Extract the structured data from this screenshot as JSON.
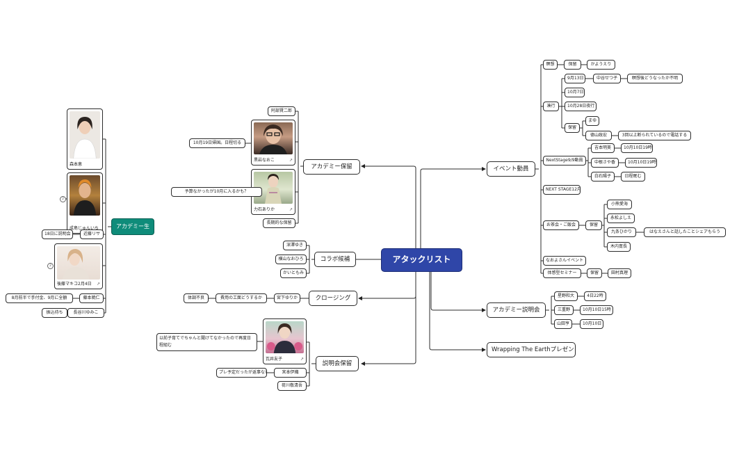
{
  "root": "アタックリスト",
  "icons": {
    "external_link": "external-link-icon"
  },
  "colors": {
    "root_fill": "#2f46a8",
    "academy_member_fill": "#0f8c7a"
  },
  "branches": {
    "event": {
      "label": "イベント動員",
      "meiso": {
        "label": "瞑想",
        "hold": "保留",
        "person": "かようえり"
      },
      "soko": {
        "label": "凑行",
        "sept13": "9月13日",
        "nakaya": "中谷せつ子",
        "nakaya_note": "瞑想後どうなったか不明",
        "oct7": "10月7日",
        "oct28": "10月28日夜行",
        "hold": "保留",
        "mayu": "まゆ",
        "tokuyama": "德山政宏",
        "tokuyama_note": "3回以上断られているので電話する"
      },
      "nextstage": {
        "label": "NextStage9/9動員",
        "miyamoto": "吉本明美",
        "miyamoto_date": "10月10日19時",
        "nakane": "中根さや香",
        "nakane_date": "10月10日19時",
        "shiraishi": "白石陽子",
        "shiraishi_note": "日程眠む"
      },
      "next12": "NEXT STAGE12月",
      "ochakai": {
        "label": "お茶会・ご飯会",
        "hold": "保留",
        "p1": "小熊愛海",
        "p2": "永松よしえ",
        "p3": "九条ひかり",
        "p3_note": "はなえさんと話したことシェアもらう",
        "p4": "木内寛長"
      },
      "naoyo": "なおよさんイベント",
      "taikan": {
        "label": "体感型セミナー",
        "hold": "保留",
        "person": "田村真理"
      }
    },
    "academy_info": {
      "label": "アカデミー説明会",
      "hoshino": "星野和大",
      "hoshino_date": "4日22時",
      "mie": "三重野",
      "mie_date": "10月10日15時",
      "yamada": "山田亨",
      "yamada_date": "10月10日"
    },
    "wrapping": "Wrapping The Earthプレゼン",
    "academy_hold": {
      "label": "アカデミー保留",
      "abe": "阿部賢二郎",
      "kuroiwa": {
        "name": "黒岩なおこ",
        "note": "10月19日帰国。日程切る"
      },
      "rikiishi": {
        "name": "力石ありか",
        "note": "予算なかったが10月に入るかも？"
      },
      "longterm": "長期的な保留"
    },
    "collab": {
      "label": "コラボ候補",
      "p1": "深澤ゆき",
      "p2": "横山なおひろ",
      "p3": "かいともみ"
    },
    "closing": {
      "label": "クロージング",
      "person": "宮下ゆりか",
      "note1": "費用の工面どうするか",
      "note2": "体調不良"
    },
    "info_hold": {
      "label": "説明会保留",
      "sakai": {
        "name": "瓦井友子",
        "note": "以前子育てでちゃんと聞けてなかったので再度日程組む"
      },
      "miyamoto": "宮本伊織",
      "miyamoto_note": "プレ予定だったが返事ない",
      "arakawa": "荷川敬清吾"
    },
    "academy_member": {
      "label": "アカデミー生",
      "morimoto": "森本恵",
      "narushima": "成島じゅんいち",
      "narushima_badge": "2",
      "kondo": "近藤リサ",
      "kondo_note": "18日に説明会",
      "goto": "後藤マキコ2月4日",
      "goto_badge": "2",
      "fujimoto": "藤本暁仁",
      "fujimoto_note": "8月前半で手付金、9月に全額",
      "hasegawa": "長谷川ゆみこ",
      "hasegawa_note": "振込待ち"
    }
  }
}
